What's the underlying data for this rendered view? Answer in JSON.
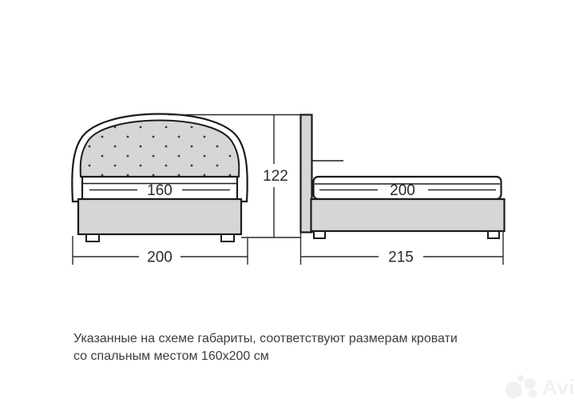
{
  "diagram": {
    "front_view": {
      "sleeping_width": "160",
      "overall_width": "200",
      "height": "122"
    },
    "side_view": {
      "sleeping_length": "200",
      "overall_length": "215"
    }
  },
  "caption": {
    "line1": "Указанные на схеме габариты, соответствуют размерам кровати",
    "line2": "со спальным местом 160x200 см"
  },
  "watermark": {
    "brand": "Avito"
  },
  "colors": {
    "outline": "#1b1b1b",
    "upholstery_gray": "#d6d6d6",
    "dimension_text": "#2b2b2b",
    "caption_text": "#3d3d3d",
    "watermark": "#f1f1f1"
  }
}
